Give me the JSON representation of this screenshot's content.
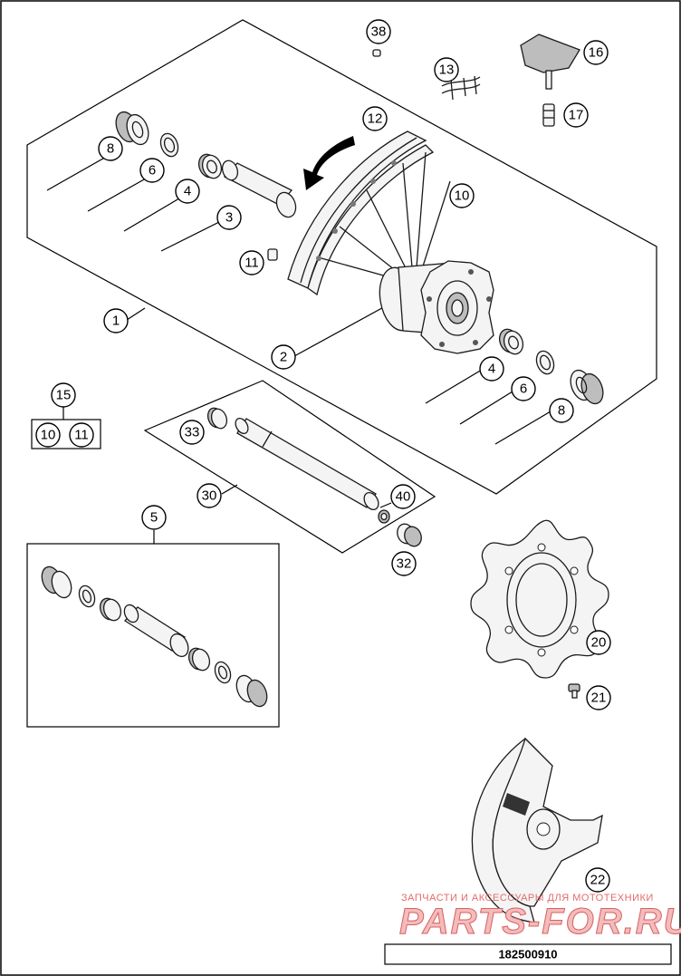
{
  "diagram": {
    "document_number": "182500910",
    "watermark": {
      "top_text": "ЗАПЧАСТИ И АКСЕССУАРЫ ДЛЯ МОТОТЕХНИКИ",
      "brand_text": "PARTS-FOR.RU"
    },
    "callouts": {
      "c38": "38",
      "c16": "16",
      "c13": "13",
      "c12": "12",
      "c17": "17",
      "c8a": "8",
      "c6a": "6",
      "c4a": "4",
      "c3": "3",
      "c10a": "10",
      "c11a": "11",
      "c1": "1",
      "c2": "2",
      "c4b": "4",
      "c6b": "6",
      "c8b": "8",
      "c15": "15",
      "c10b": "10",
      "c11b": "11",
      "c33": "33",
      "c30": "30",
      "c40": "40",
      "c32": "32",
      "c5": "5",
      "c20": "20",
      "c21": "21",
      "c22": "22"
    }
  }
}
